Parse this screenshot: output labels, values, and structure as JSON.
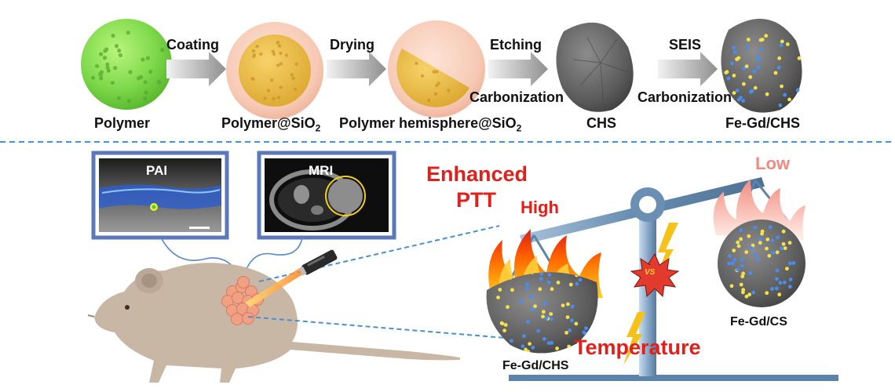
{
  "top_process": {
    "steps": [
      {
        "label": "Polymer"
      },
      {
        "label": "Polymer@SiO",
        "sub": "2"
      },
      {
        "label": "Polymer hemisphere@SiO",
        "sub": "2"
      },
      {
        "label": "CHS"
      },
      {
        "label": "Fe-Gd/CHS"
      }
    ],
    "arrows": [
      {
        "above": "Coating",
        "below": ""
      },
      {
        "above": "Drying",
        "below": ""
      },
      {
        "above": "Etching",
        "below": "Carbonization"
      },
      {
        "above": "SEIS",
        "below": "Carbonization"
      }
    ]
  },
  "imaging": {
    "pai_title": "PAI",
    "mri_title": "MRI"
  },
  "balance": {
    "enhanced_ptt": [
      "Enhanced",
      "PTT"
    ],
    "high": "High",
    "low": "Low",
    "vs": "VS",
    "temperature": "Temperature",
    "left_label": "Fe-Gd/CHS",
    "right_label": "Fe-Gd/CS"
  },
  "colors": {
    "divider": "#4a8fd0",
    "frame": "#5b79b8",
    "balance_beam": "#5d83a8",
    "accent_red": "#e0201a",
    "accent_pink": "#f08a80",
    "polymer_green": "#7ed94a",
    "silica_shell": "#f6c9b4",
    "carbon_gray": "#5a5a5a"
  }
}
